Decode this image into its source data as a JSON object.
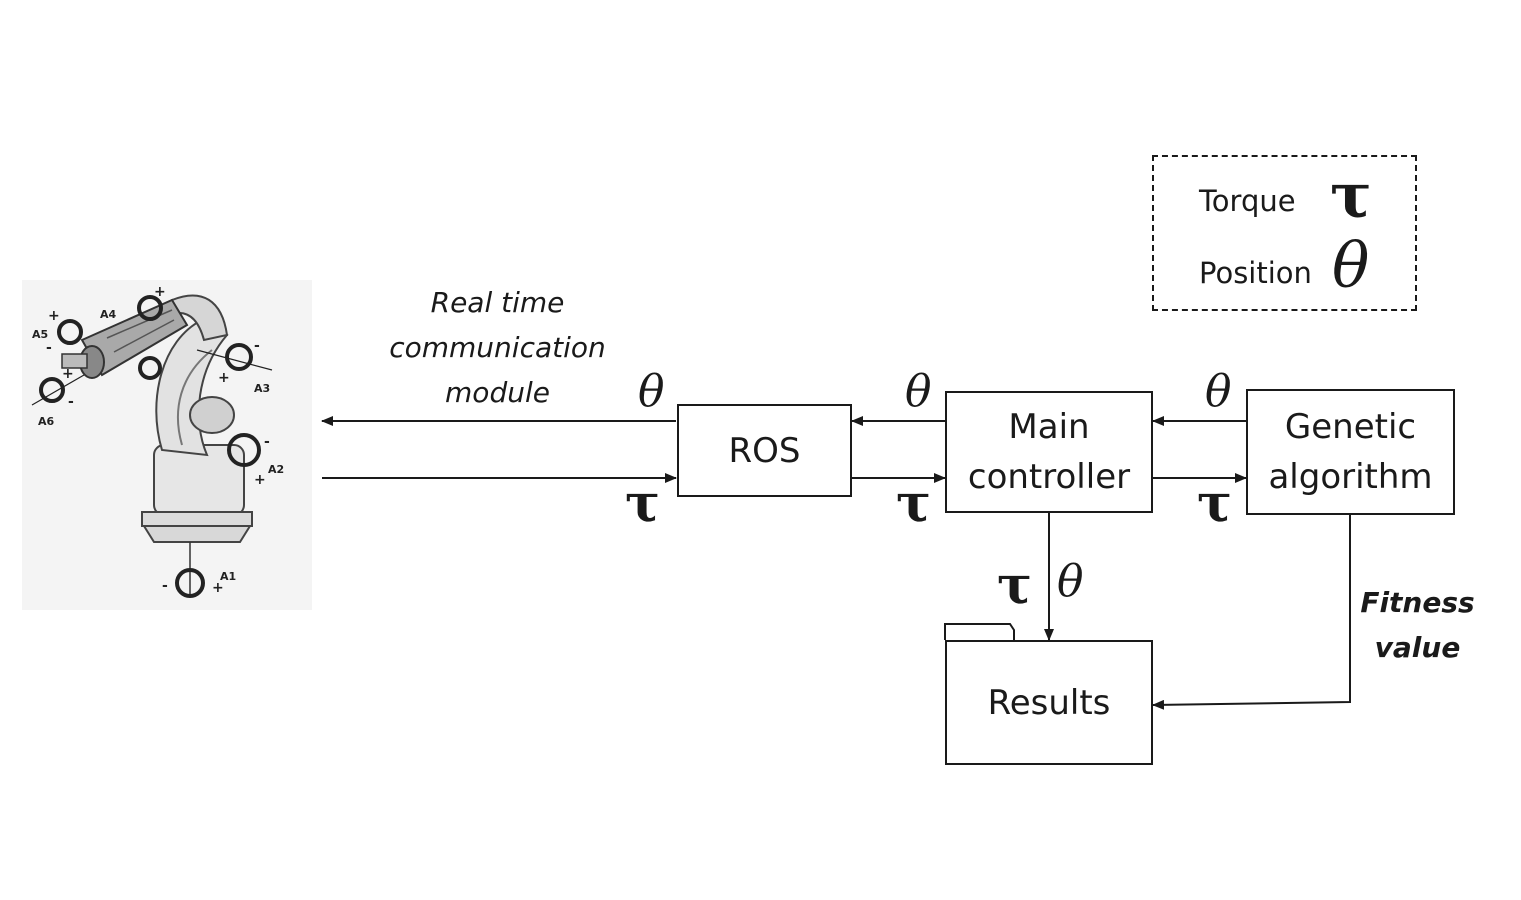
{
  "legend": {
    "torque_label": "Torque",
    "torque_symbol": "τ",
    "position_label": "Position",
    "position_symbol": "θ"
  },
  "robot": {
    "axis_labels": [
      "A1",
      "A2",
      "A3",
      "A4",
      "A5",
      "A6"
    ]
  },
  "comm_module": {
    "line1": "Real time",
    "line2": "communication",
    "line3": "module"
  },
  "blocks": {
    "ros": "ROS",
    "main_controller_line1": "Main",
    "main_controller_line2": "controller",
    "genetic_algorithm_line1": "Genetic",
    "genetic_algorithm_line2": "algorithm",
    "results": "Results"
  },
  "signals": {
    "theta": "θ",
    "tau": "τ"
  },
  "fitness": {
    "line1": "Fitness",
    "line2": "value"
  }
}
